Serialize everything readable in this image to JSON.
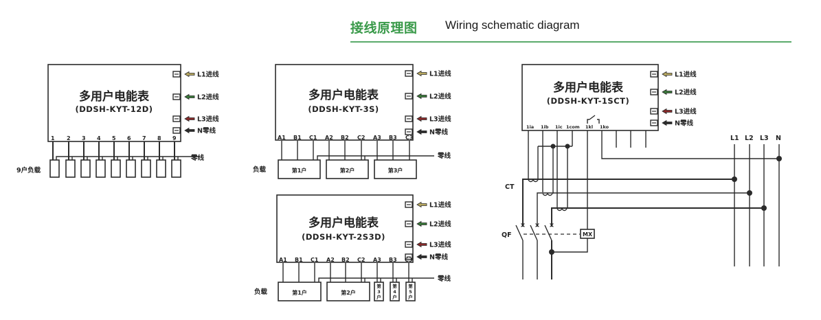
{
  "header": {
    "title_zh": "接线原理图",
    "title_en": "Wiring schematic diagram",
    "accent_color": "#3a9a4a"
  },
  "common": {
    "meter_name": "多用户电能表",
    "inputs": [
      "L1进线",
      "L2进线",
      "L3进线",
      "N零线"
    ],
    "input_arrow_colors": [
      "#b8a860",
      "#3a7a3a",
      "#8a2a2a",
      "#2b2b2b"
    ],
    "neutral_label": "零线",
    "load_label": "负载"
  },
  "meter_12d": {
    "model": "(DDSH-KYT-12D)",
    "terminals": [
      "1",
      "2",
      "3",
      "4",
      "5",
      "6",
      "7",
      "8",
      "9"
    ],
    "load_label": "9户负载"
  },
  "meter_3s": {
    "model": "(DDSH-KYT-3S)",
    "terminals": [
      "A1",
      "B1",
      "C1",
      "A2",
      "B2",
      "C2",
      "A3",
      "B3",
      "C3"
    ],
    "loads": [
      "第1户",
      "第2户",
      "第3户"
    ]
  },
  "meter_2s3d": {
    "model": "(DDSH-KYT-2S3D)",
    "terminals": [
      "A1",
      "B1",
      "C1",
      "A2",
      "B2",
      "C2",
      "A3",
      "B3",
      "C3"
    ],
    "loads": [
      "第1户",
      "第2户"
    ],
    "small_loads": [
      [
        "第",
        "3",
        "户"
      ],
      [
        "第",
        "4",
        "户"
      ],
      [
        "第",
        "5",
        "户"
      ]
    ]
  },
  "meter_1sct": {
    "model": "(DDSH-KYT-1SCT)",
    "terminals": [
      "1ia",
      "1ib",
      "1ic",
      "1com",
      "1kl",
      "1ko"
    ],
    "lines": [
      "L1",
      "L2",
      "L3",
      "N"
    ],
    "ct_label": "CT",
    "qf_label": "QF",
    "mx_label": "MX"
  }
}
